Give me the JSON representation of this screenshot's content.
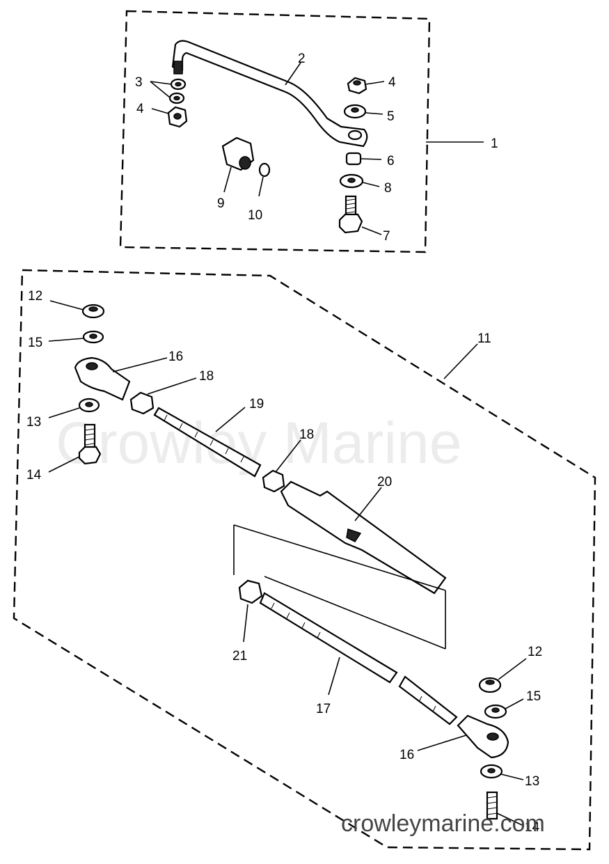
{
  "diagram": {
    "labels": {
      "l1": "1",
      "l2": "2",
      "l3": "3",
      "l4a": "4",
      "l4b": "4",
      "l5": "5",
      "l6": "6",
      "l7": "7",
      "l8": "8",
      "l9": "9",
      "l10": "10",
      "l11": "11",
      "l12a": "12",
      "l12b": "12",
      "l13a": "13",
      "l13b": "13",
      "l14a": "14",
      "l14b": "14",
      "l15a": "15",
      "l15b": "15",
      "l16a": "16",
      "l16b": "16",
      "l17": "17",
      "l18a": "18",
      "l18b": "18",
      "l19": "19",
      "l20": "20",
      "l21": "21"
    },
    "watermark_center": "Crowley Marine",
    "watermark_corner": "crowleymarine.com"
  }
}
